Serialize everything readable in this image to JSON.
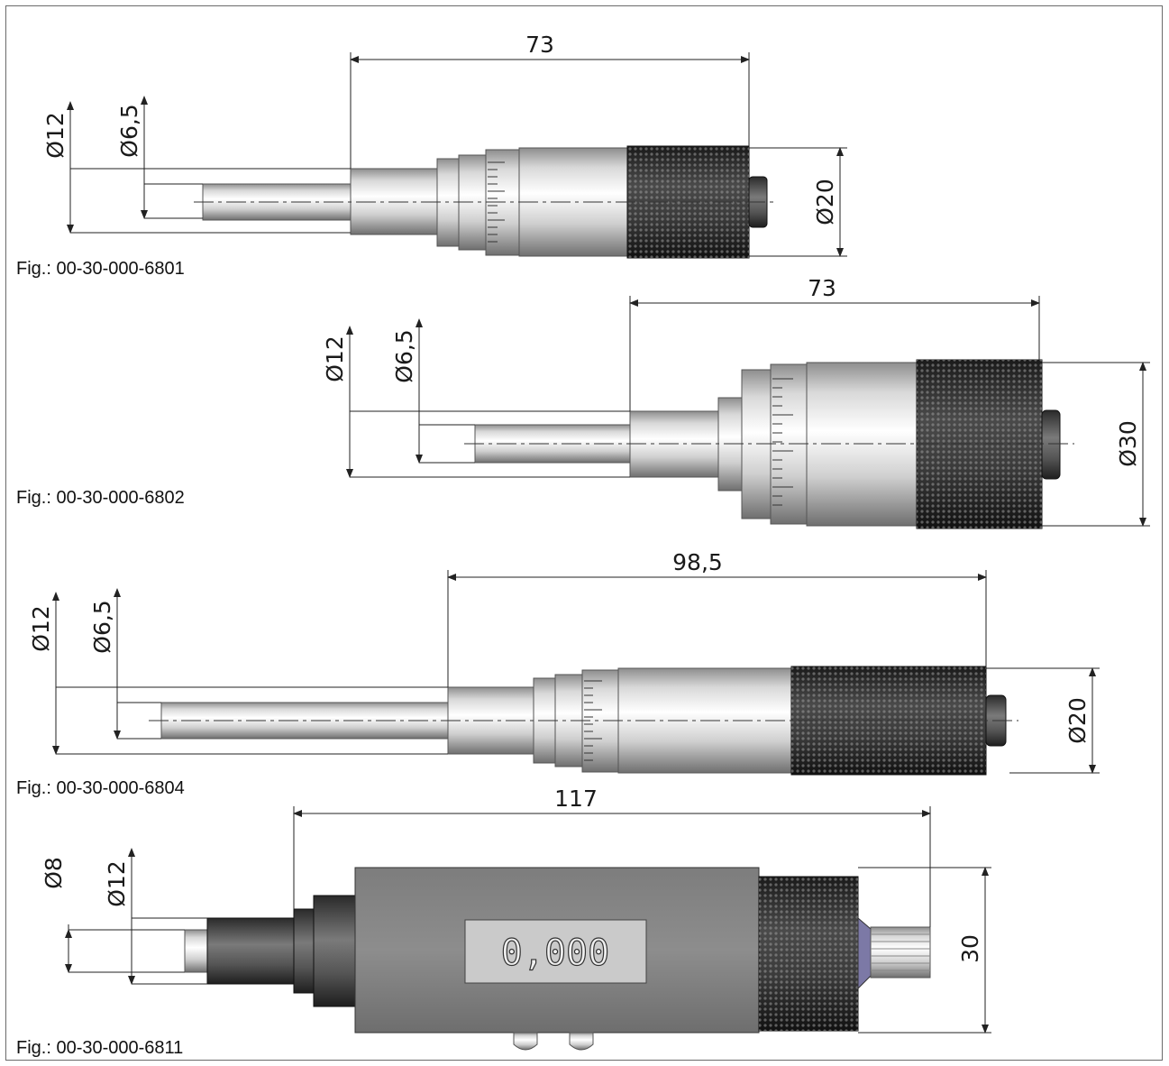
{
  "figures": [
    {
      "label": "Fig.: 00-30-000-6801",
      "dim_length": "73",
      "dim_spindle_outer": "Ø12",
      "dim_spindle_inner": "Ø6,5",
      "dim_head": "Ø20"
    },
    {
      "label": "Fig.: 00-30-000-6802",
      "dim_length": "73",
      "dim_spindle_outer": "Ø12",
      "dim_spindle_inner": "Ø6,5",
      "dim_head": "Ø30"
    },
    {
      "label": "Fig.: 00-30-000-6804",
      "dim_length": "98,5",
      "dim_spindle_outer": "Ø12",
      "dim_spindle_inner": "Ø6,5",
      "dim_head": "Ø20"
    },
    {
      "label": "Fig.: 00-30-000-6811",
      "dim_length": "117",
      "dim_spindle_inner": "Ø8",
      "dim_spindle_outer": "Ø12",
      "dim_body_height": "30",
      "display_value": "0,000"
    }
  ],
  "colors": {
    "frame": "#6b6b6b",
    "knurl": "#2b2b2b",
    "body_grey": "#8a8a8a",
    "display_bg": "#c9c9c9"
  }
}
